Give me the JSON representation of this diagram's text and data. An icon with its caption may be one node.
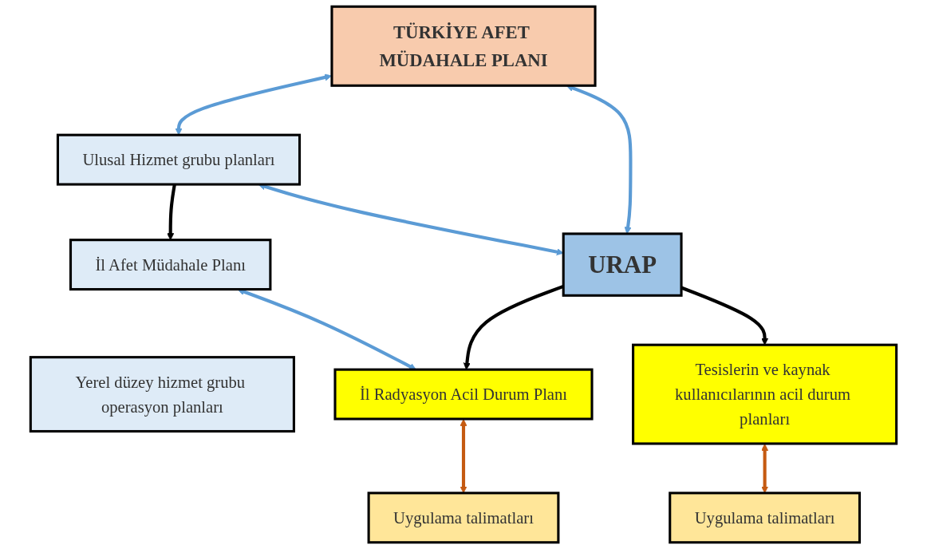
{
  "diagram": {
    "nodes": [
      {
        "text": [
          "TÜRKİYE AFET MÜDAHALE PLANI"
        ]
      },
      {
        "text": [
          "Ulusal Hizmet grubu planları"
        ]
      },
      {
        "text": [
          "URAP"
        ]
      },
      {
        "text": [
          "İl Afet Müdahale Planı"
        ]
      },
      {
        "text": [
          "Yerel düzey hizmet grubu operasyon planları"
        ]
      },
      {
        "text": [
          "İl Radyasyon Acil Durum Planı"
        ]
      },
      {
        "text": [
          "Tesislerin ve kaynak kullanıcılarının acil durum planları"
        ]
      },
      {
        "text": [
          "Uygulama talimatları"
        ]
      },
      {
        "text": [
          "Uygulama talimatları"
        ]
      }
    ],
    "edges": [
      {
        "from": 0,
        "to": 1,
        "arrow": "both"
      },
      {
        "from": 0,
        "to": 2,
        "arrow": "both"
      },
      {
        "from": 1,
        "to": 2,
        "arrow": "both"
      },
      {
        "from": 1,
        "to": 3,
        "arrow": "to",
        "color": "#000000"
      },
      {
        "from": 2,
        "to": 5,
        "arrow": "to",
        "color": "#000000"
      },
      {
        "from": 2,
        "to": 6,
        "arrow": "to",
        "color": "#000000"
      },
      {
        "from": 3,
        "to": 5,
        "arrow": "both"
      },
      {
        "from": 5,
        "to": 7,
        "arrow": "both",
        "color": "#c55a11"
      },
      {
        "from": 6,
        "to": 8,
        "arrow": "both",
        "color": "#c55a11"
      }
    ]
  }
}
